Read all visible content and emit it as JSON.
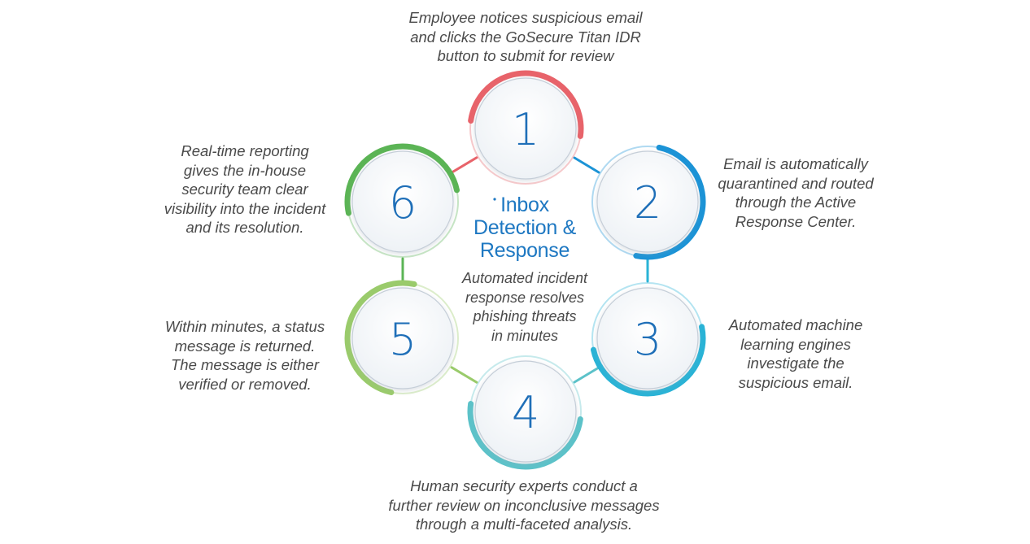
{
  "center": {
    "title_lines": [
      "Inbox",
      "Detection &",
      "Response"
    ],
    "subtitle_lines": [
      "Automated incident",
      "response resolves",
      "phishing threats",
      "in minutes"
    ]
  },
  "steps": [
    {
      "number": "1",
      "color": "#e8636a",
      "lines": [
        "Employee notices suspicious email",
        "and clicks the GoSecure Titan IDR",
        "button to submit for review"
      ]
    },
    {
      "number": "2",
      "color": "#1b93d6",
      "lines": [
        "Email is automatically",
        "quarantined and routed",
        "through the Active",
        "Response Center."
      ]
    },
    {
      "number": "3",
      "color": "#29b3d6",
      "lines": [
        "Automated machine",
        "learning engines",
        "investigate the",
        "suspicious email."
      ]
    },
    {
      "number": "4",
      "color": "#5cc2c9",
      "lines": [
        "Human security experts conduct a",
        "further review on inconclusive messages",
        "through a multi-faceted analysis."
      ]
    },
    {
      "number": "5",
      "color": "#9acb6b",
      "lines": [
        "Within minutes, a status",
        "message is returned.",
        "The message is either",
        "verified or removed."
      ]
    },
    {
      "number": "6",
      "color": "#5bb455",
      "lines": [
        "Real-time reporting",
        "gives the in-house",
        "security team clear",
        "visibility into the incident",
        "and its resolution."
      ]
    }
  ]
}
